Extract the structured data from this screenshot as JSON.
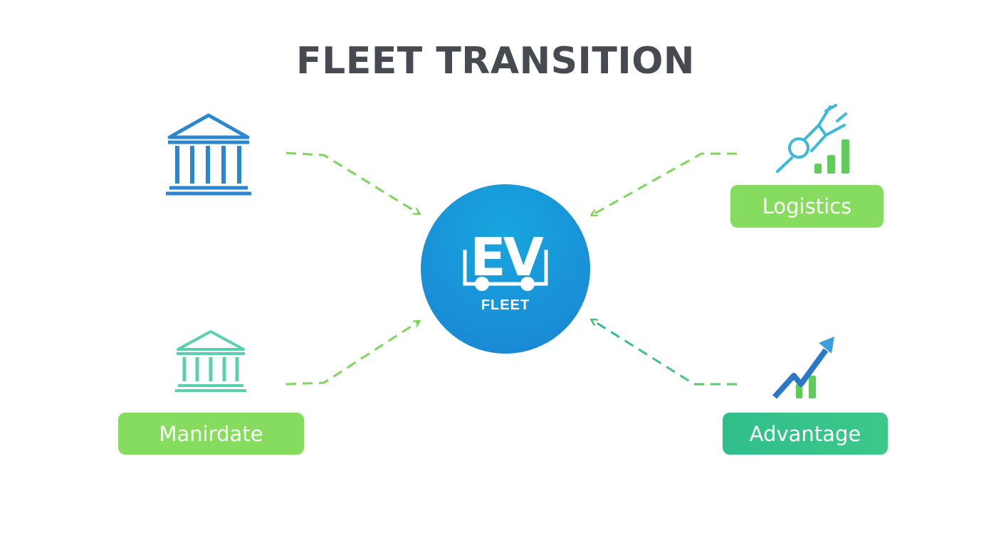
{
  "title": "FLEET TRANSITION",
  "hub": {
    "main": "EV",
    "sub": "FLEET"
  },
  "labels": {
    "logistics": "Logistics",
    "mandate": "Manirdate",
    "advantage": "Advantage"
  },
  "colors": {
    "green": "#86dc5e",
    "teal": "#2fc08a",
    "blue": "#1a8ad6",
    "title": "#474a50"
  }
}
